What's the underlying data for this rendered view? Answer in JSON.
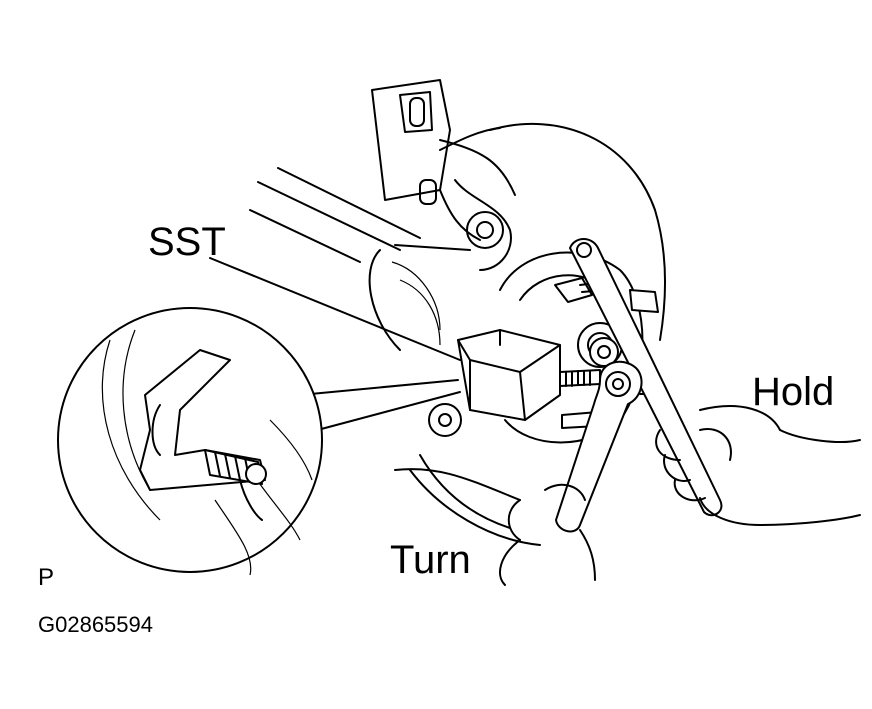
{
  "labels": {
    "sst": "SST",
    "hold": "Hold",
    "turn": "Turn",
    "view_code": "P",
    "figure_id": "G02865594"
  },
  "colors": {
    "line": "#000000",
    "background": "#ffffff"
  }
}
